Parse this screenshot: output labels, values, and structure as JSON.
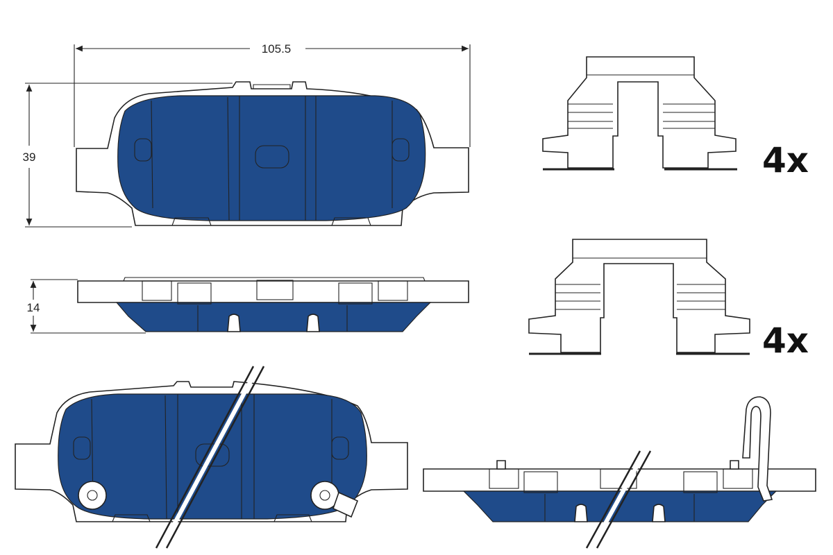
{
  "colors": {
    "friction": "#1f4b8a",
    "line": "#222222",
    "background": "#ffffff"
  },
  "dimensions": {
    "width": "105.5",
    "height": "39",
    "thickness": "14"
  },
  "kit": {
    "clip_top_qty": "4x",
    "clip_bottom_qty": "4x"
  }
}
